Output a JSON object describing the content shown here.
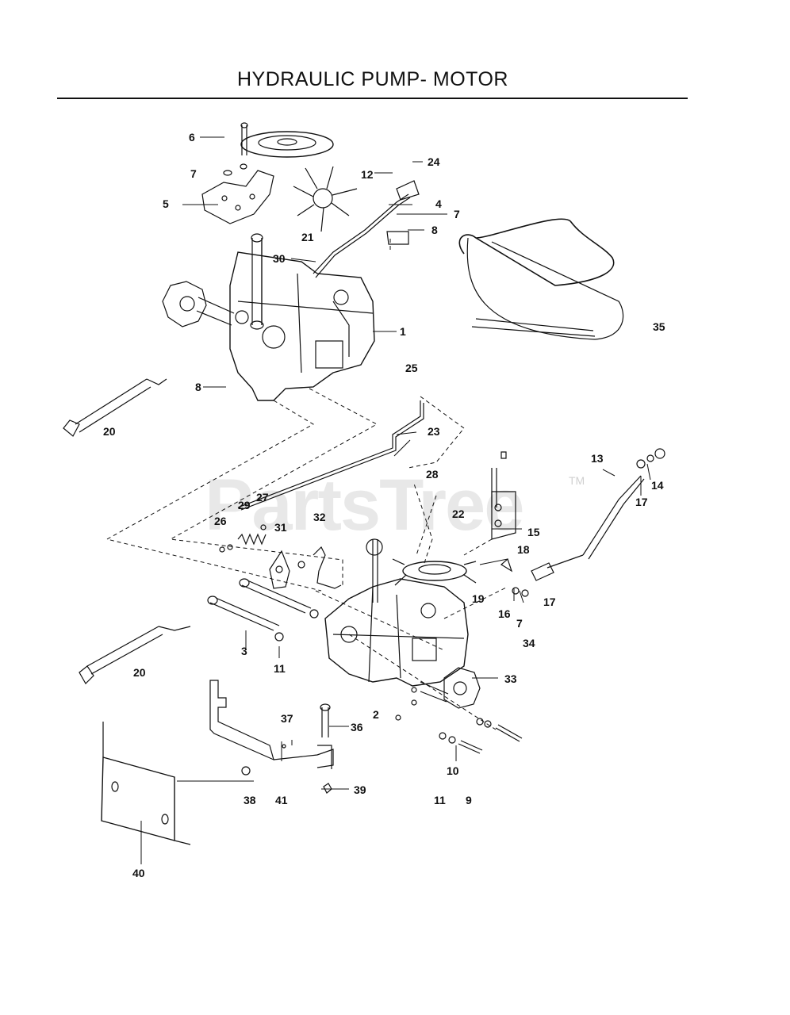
{
  "title": "HYDRAULIC PUMP- MOTOR",
  "watermark": {
    "text": "PartsTree",
    "tm": "TM"
  },
  "callouts": {
    "c6": "6",
    "c7a": "7",
    "c5": "5",
    "c21": "21",
    "c12": "12",
    "c24": "24",
    "c4": "4",
    "c7b": "7",
    "c8a": "8",
    "c30": "30",
    "c1": "1",
    "c35": "35",
    "c25": "25",
    "c8b": "8",
    "c20a": "20",
    "c23": "23",
    "c13": "13",
    "c14": "14",
    "c17a": "17",
    "c28": "28",
    "c22": "22",
    "c15": "15",
    "c18": "18",
    "c27": "27",
    "c29": "29",
    "c26": "26",
    "c31": "31",
    "c32": "32",
    "c19": "19",
    "c17b": "17",
    "c16": "16",
    "c7c": "7",
    "c34": "34",
    "c3": "3",
    "c11a": "11",
    "c20b": "20",
    "c33": "33",
    "c2": "2",
    "c37": "37",
    "c36": "36",
    "c10": "10",
    "c38": "38",
    "c41": "41",
    "c39": "39",
    "c11b": "11",
    "c9": "9",
    "c40": "40"
  }
}
